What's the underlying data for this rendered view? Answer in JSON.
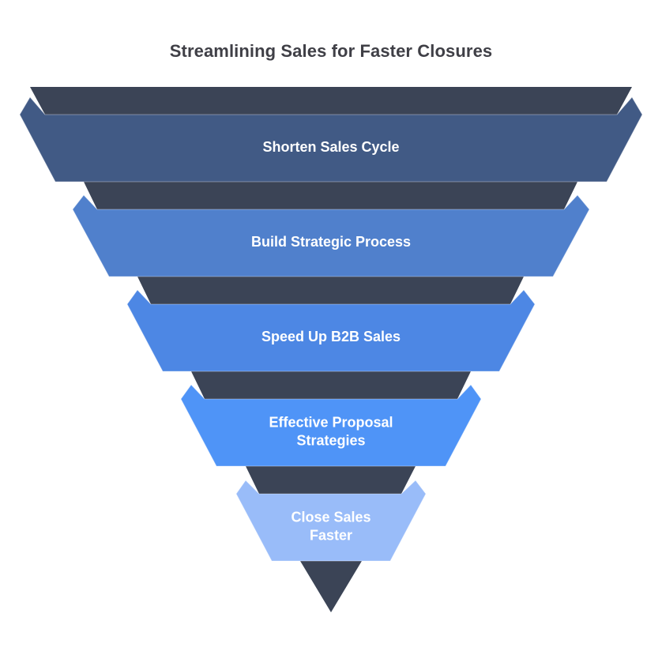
{
  "title": "Streamlining Sales for Faster Closures",
  "colors": {
    "dark": "#3b4456",
    "stage_1": "#415a85",
    "stage_2": "#5080cc",
    "stage_3": "#4d87e4",
    "stage_4": "#4f94f7",
    "stage_5": "#99bcf9",
    "label": "#ffffff"
  },
  "stages": [
    {
      "lines": [
        "Shorten Sales Cycle"
      ]
    },
    {
      "lines": [
        "Build Strategic Process"
      ]
    },
    {
      "lines": [
        "Speed Up B2B Sales"
      ]
    },
    {
      "lines": [
        "Effective Proposal",
        "Strategies"
      ]
    },
    {
      "lines": [
        "Close Sales",
        "Faster"
      ]
    }
  ]
}
